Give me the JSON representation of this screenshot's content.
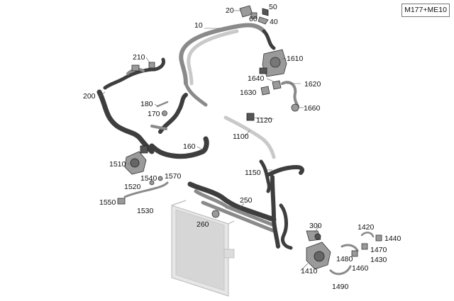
{
  "model_code": "M177+ME10",
  "callouts": {
    "c10": "10",
    "c20": "20",
    "c40": "40",
    "c50": "50",
    "c60": "60",
    "c160": "160",
    "c170": "170",
    "c180": "180",
    "c200": "200",
    "c210": "210",
    "c250": "250",
    "c260": "260",
    "c300": "300",
    "c1100": "1100",
    "c1120": "1120",
    "c1150": "1150",
    "c1410": "1410",
    "c1420": "1420",
    "c1430": "1430",
    "c1440": "1440",
    "c1460": "1460",
    "c1470": "1470",
    "c1480": "1480",
    "c1490": "1490",
    "c1510": "1510",
    "c1520": "1520",
    "c1530": "1530",
    "c1540": "1540",
    "c1550": "1550",
    "c1570": "1570",
    "c1610": "1610",
    "c1620": "1620",
    "c1630": "1630",
    "c1640": "1640",
    "c1660": "1660"
  }
}
